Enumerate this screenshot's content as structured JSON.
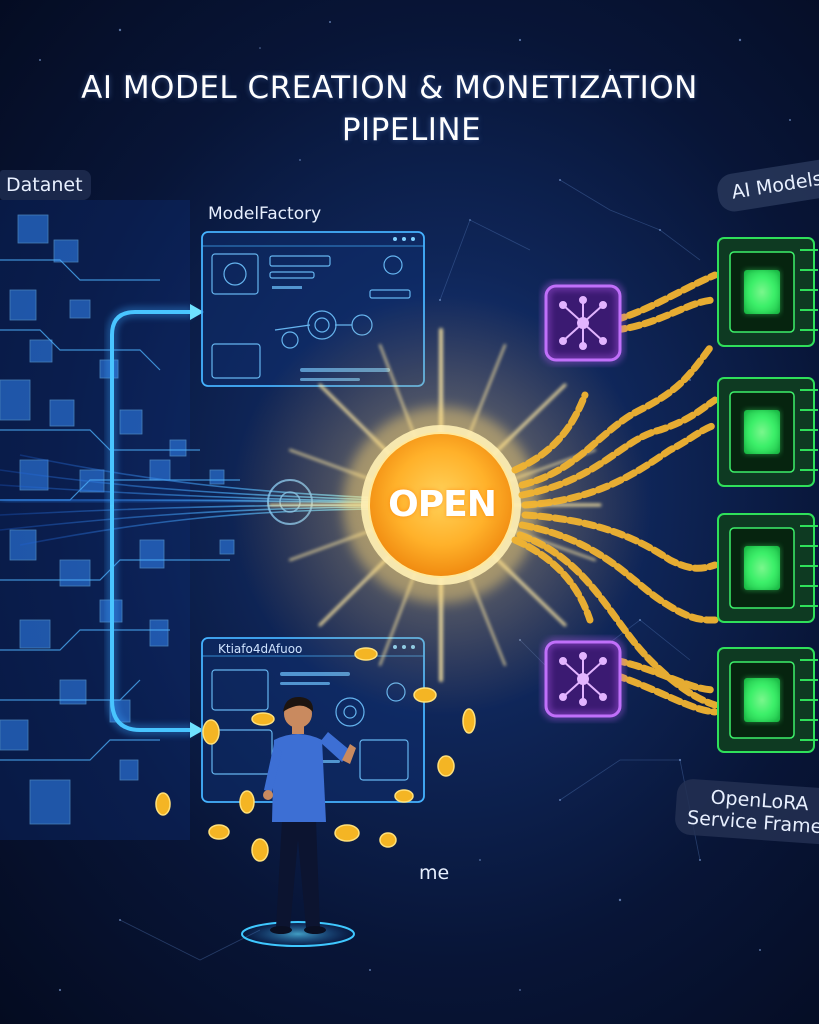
{
  "title": {
    "line1": "AI MODEL CREATION & MONETIZATION",
    "line2": "PIPELINE"
  },
  "labels": {
    "datanet": "Datanet",
    "model_factory": "ModelFactory",
    "ai_models": "AI Models",
    "openlora_line1": "OpenLoRA",
    "openlora_line2": "Service Framew",
    "me": "me"
  },
  "center_logo": "OPEN",
  "secondary_panel_title": "Ktiafo4dAfuoo",
  "colors": {
    "background": "#0a1a44",
    "data_stream": "#35a8ff",
    "core_glow": "#ffb020",
    "chain_links": "#f2b431",
    "hub_nodes": "#b45cf0",
    "chips": "#3df06a"
  },
  "nodes": {
    "hubs": [
      "network-hub",
      "network-hub"
    ],
    "chips": [
      "ai-model-chip",
      "ai-model-chip",
      "ai-model-chip",
      "ai-model-chip"
    ]
  }
}
